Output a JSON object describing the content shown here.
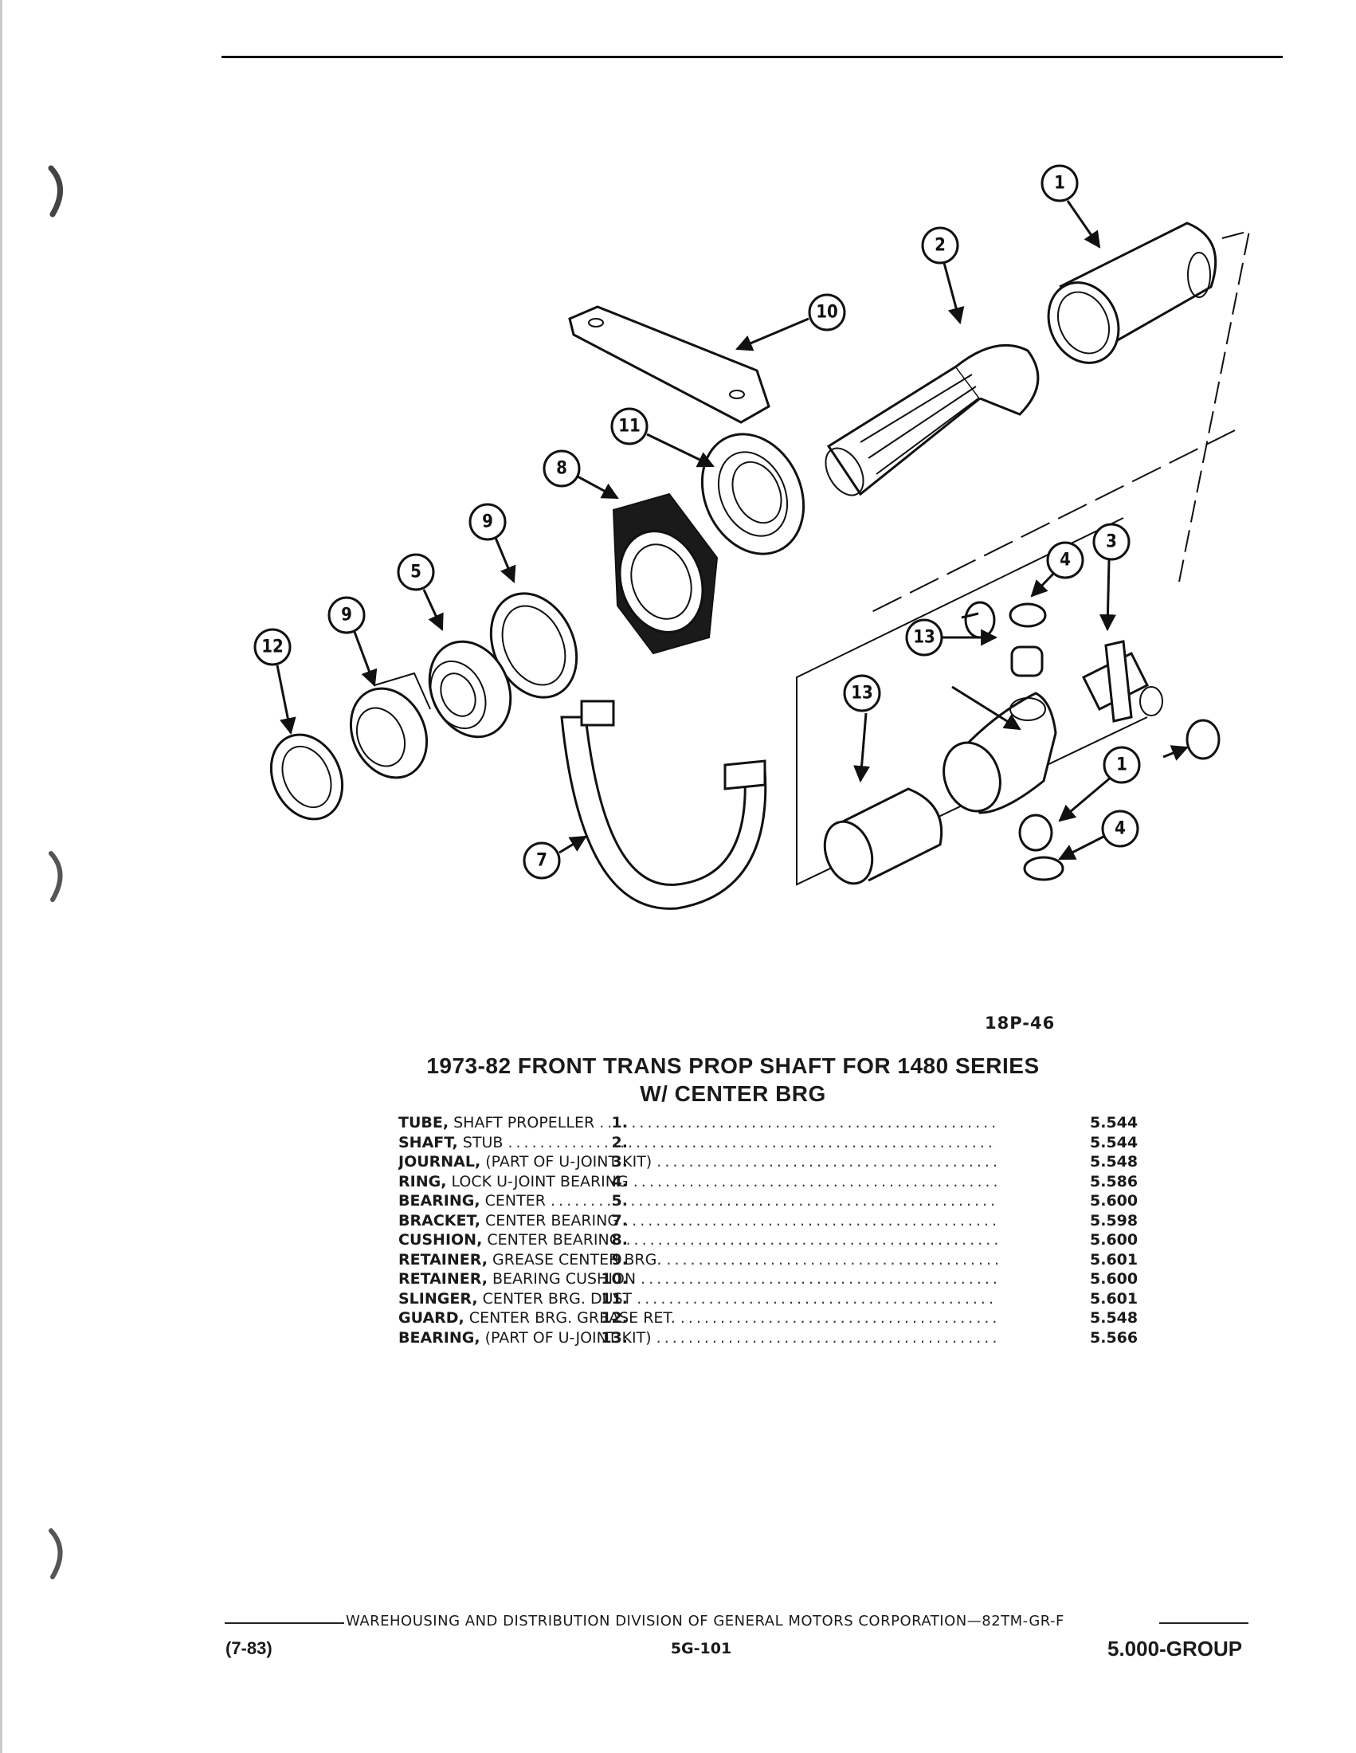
{
  "figure_code": "18P-46",
  "title_line1": "1973-82 FRONT TRANS PROP SHAFT FOR 1480 SERIES",
  "title_line2": "W/ CENTER BRG",
  "callouts": [
    "1",
    "2",
    "10",
    "11",
    "8",
    "9",
    "5",
    "9",
    "12",
    "7",
    "3",
    "4",
    "13",
    "1",
    "13",
    "4"
  ],
  "parts": [
    {
      "num": "1.",
      "name": "TUBE,",
      "desc": " SHAFT PROPELLER",
      "code": "5.544"
    },
    {
      "num": "2.",
      "name": "SHAFT,",
      "desc": " STUB",
      "code": "5.544"
    },
    {
      "num": "3.",
      "name": "JOURNAL,",
      "desc": " (PART OF U-JOINT KIT)",
      "code": "5.548"
    },
    {
      "num": "4.",
      "name": "RING,",
      "desc": " LOCK U-JOINT BEARING",
      "code": "5.586"
    },
    {
      "num": "5.",
      "name": "BEARING,",
      "desc": " CENTER",
      "code": "5.600"
    },
    {
      "num": "7.",
      "name": "BRACKET,",
      "desc": " CENTER BEARING",
      "code": "5.598"
    },
    {
      "num": "8.",
      "name": "CUSHION,",
      "desc": " CENTER BEARING",
      "code": "5.600"
    },
    {
      "num": "9.",
      "name": "RETAINER,",
      "desc": " GREASE CENTER BRG.",
      "code": "5.601"
    },
    {
      "num": "10.",
      "name": "RETAINER,",
      "desc": " BEARING CUSHION",
      "code": "5.600"
    },
    {
      "num": "11.",
      "name": "SLINGER,",
      "desc": " CENTER BRG. DUST",
      "code": "5.601"
    },
    {
      "num": "12.",
      "name": "GUARD,",
      "desc": " CENTER BRG. GREASE RET.",
      "code": "5.548"
    },
    {
      "num": "13.",
      "name": "BEARING,",
      "desc": " (PART OF U-JOINT KIT)",
      "code": "5.566"
    }
  ],
  "footer": {
    "line": "WAREHOUSING AND DISTRIBUTION  DIVISION OF GENERAL MOTORS CORPORATION—82TM-GR-F",
    "date": "(7-83)",
    "page": "5G-101",
    "group": "5.000-GROUP"
  }
}
